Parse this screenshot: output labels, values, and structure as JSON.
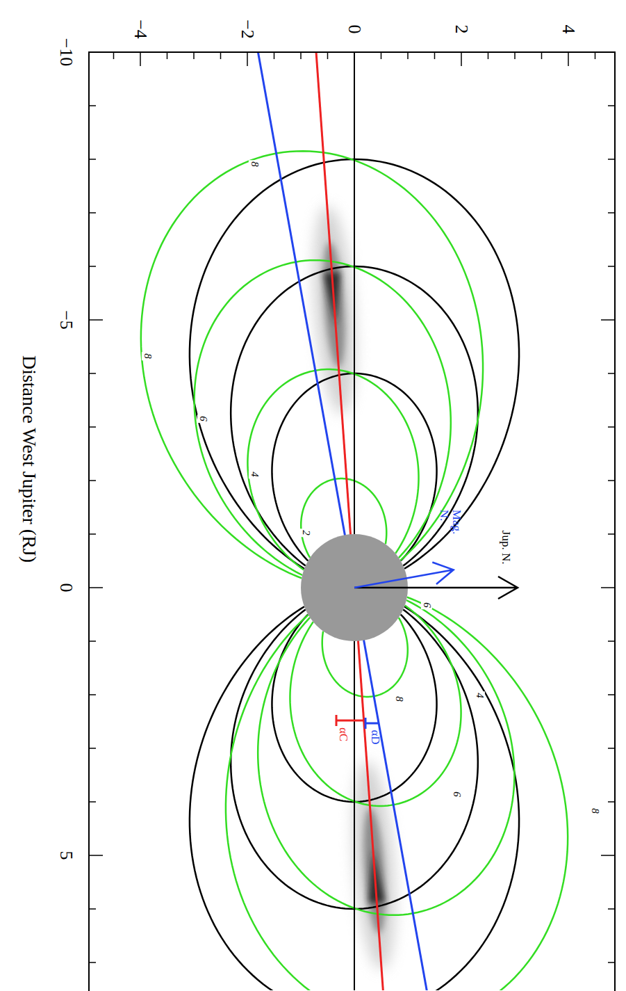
{
  "diagram": {
    "labels": [
      "−10",
      "−5",
      "0",
      "5",
      "−4",
      "−2",
      "0",
      "2",
      "4",
      "Distance West Jupiter (RJ)",
      "Mag. N.",
      "Jup. N.",
      "8",
      "8",
      "6",
      "4",
      "2",
      "6",
      "8",
      "4",
      "6",
      "8",
      "αC",
      "αD"
    ]
  }
}
